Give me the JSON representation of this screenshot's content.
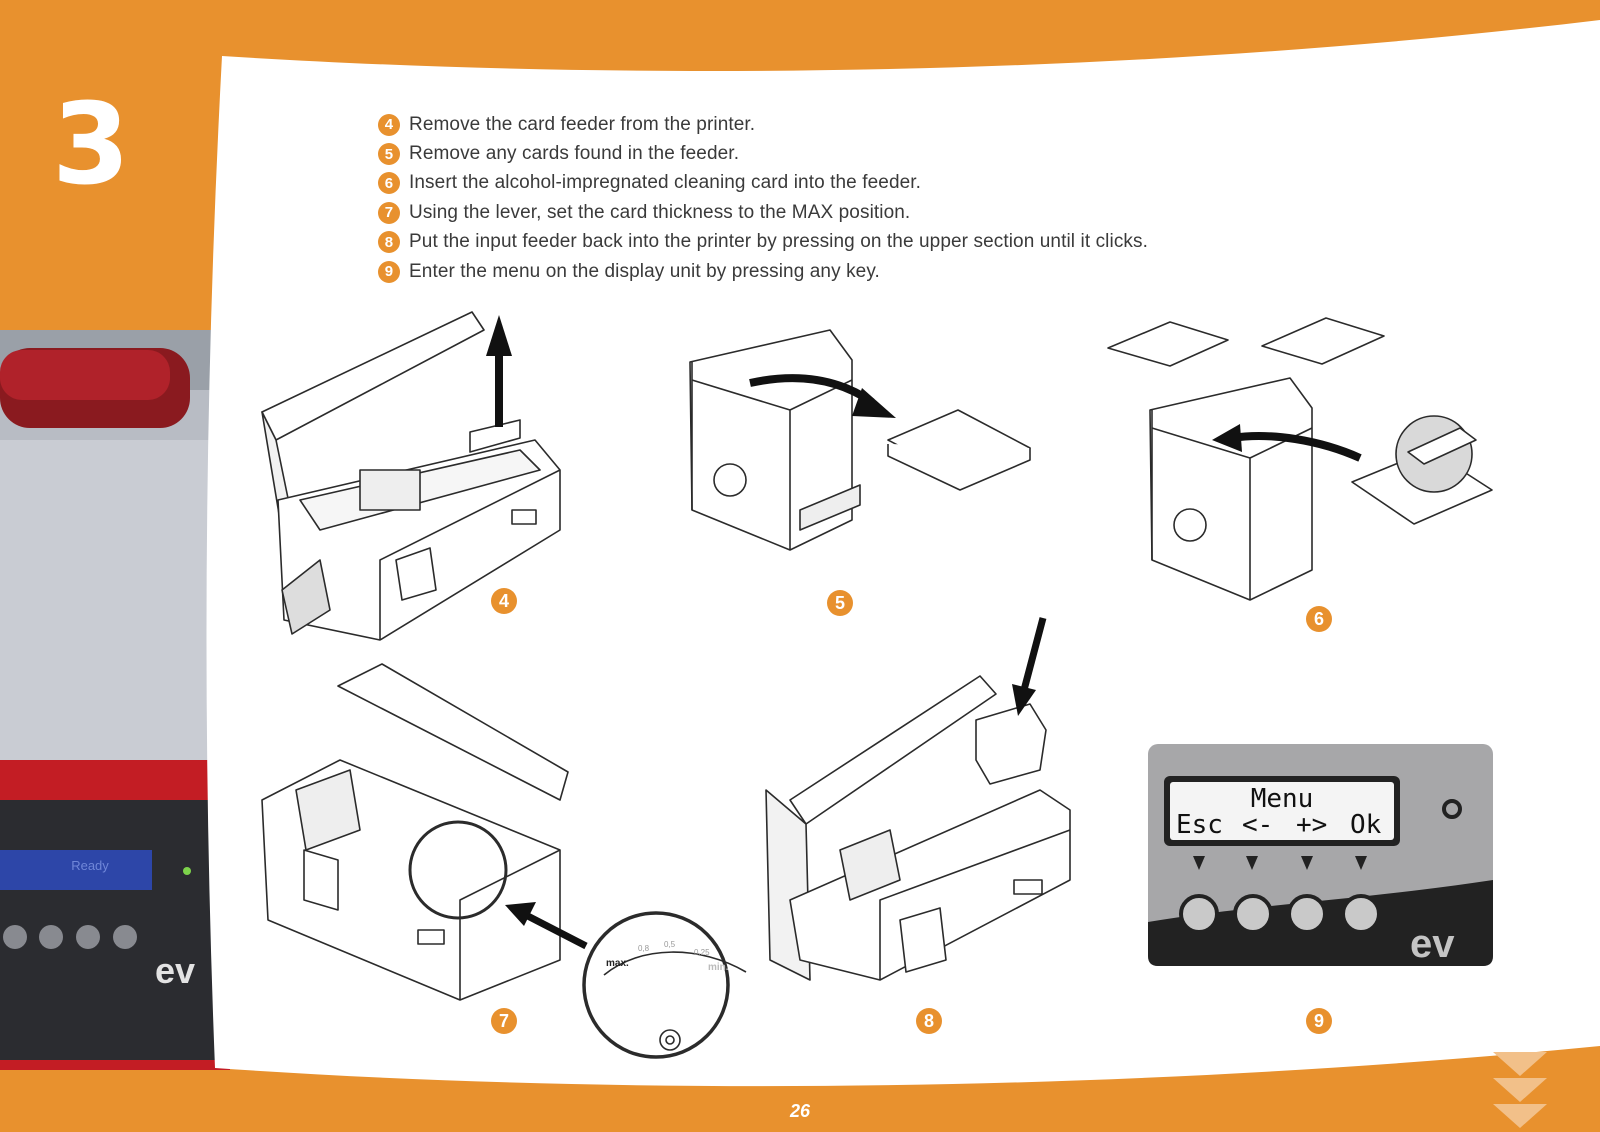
{
  "chapter_number": "3",
  "steps": [
    {
      "num": "4",
      "text": "Remove the card feeder from the printer."
    },
    {
      "num": "5",
      "text": "Remove any cards found in the feeder."
    },
    {
      "num": "6",
      "text": "Insert the alcohol-impregnated cleaning card into the feeder."
    },
    {
      "num": "7",
      "text": "Using the lever, set the card thickness to the MAX position."
    },
    {
      "num": "8",
      "text": "Put the input feeder back into the printer by pressing on the upper section until it clicks."
    },
    {
      "num": "9",
      "text": "Enter the menu on the display unit by pressing any key."
    }
  ],
  "figure_labels": [
    "4",
    "5",
    "6",
    "7",
    "8",
    "9"
  ],
  "lever_scale": {
    "max_label": "max.",
    "min_label": "min.",
    "marks": [
      "0,8",
      "0,5",
      "0,25"
    ]
  },
  "sidebar_photo": {
    "lcd_text": "Ready",
    "brand_partial": "ev"
  },
  "display_panel": {
    "title": "Menu",
    "keys": [
      "Esc",
      "<-",
      "+>",
      "Ok"
    ],
    "brand_partial": "ev"
  },
  "page_number": "26",
  "colors": {
    "accent": "#e8912e",
    "panel_gray": "#a7a7a9",
    "dark": "#222222"
  }
}
